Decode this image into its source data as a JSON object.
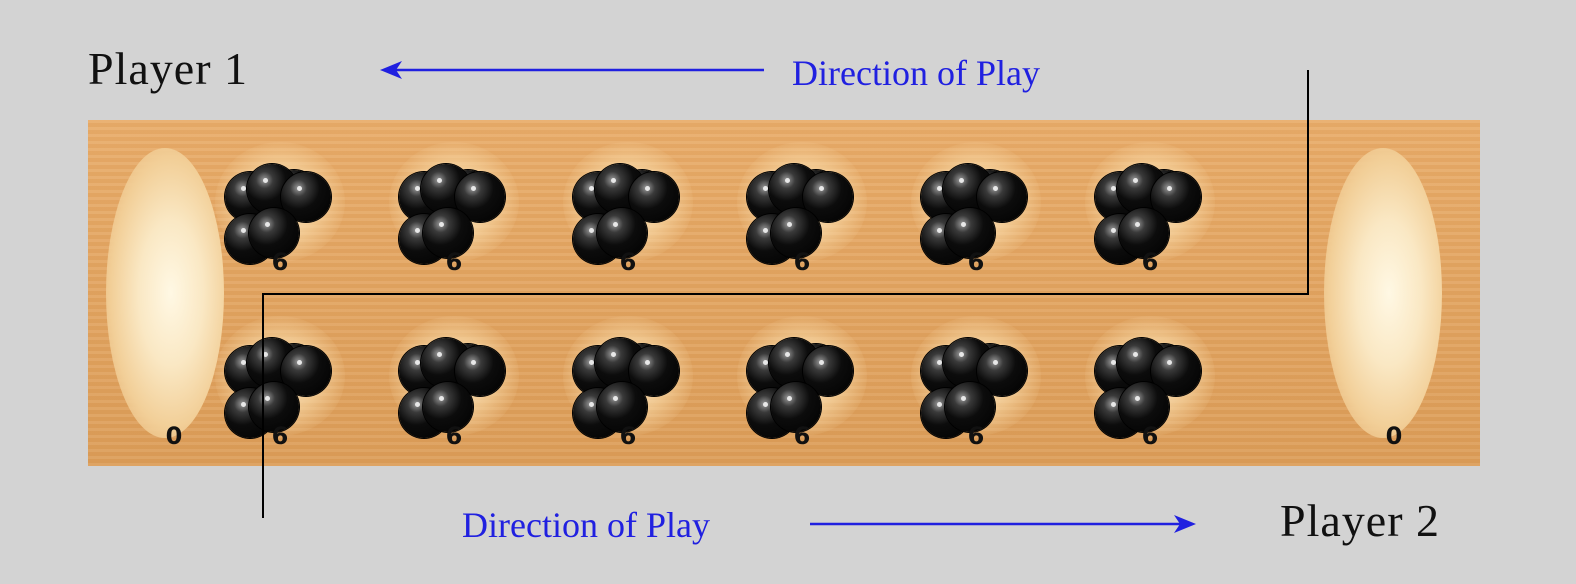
{
  "players": {
    "player1": "Player 1",
    "player2": "Player 2"
  },
  "direction": {
    "top": "Direction of Play",
    "bottom": "Direction of Play"
  },
  "stores": {
    "left": "0",
    "right": "0"
  },
  "pits": {
    "top": [
      "6",
      "6",
      "6",
      "6",
      "6",
      "6"
    ],
    "bottom": [
      "6",
      "6",
      "6",
      "6",
      "6",
      "6"
    ]
  },
  "colors": {
    "background": "#d3d3d3",
    "board": "#e2a562",
    "arrow": "#2020e0",
    "seed": "#000000"
  }
}
